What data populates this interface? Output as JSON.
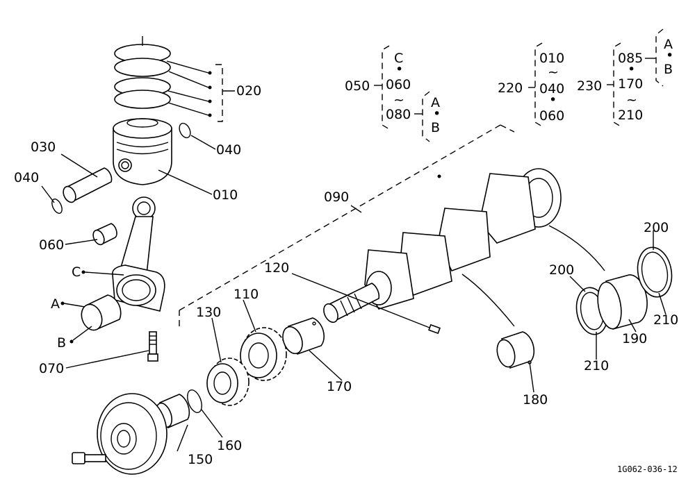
{
  "drawing_id": "1G062-036-12",
  "labels": {
    "p010": "010",
    "p020": "020",
    "p030": "030",
    "p040a": "040",
    "p040b": "040",
    "p050": "050",
    "p060": "060",
    "p070": "070",
    "p090": "090",
    "p110": "110",
    "p120": "120",
    "p130": "130",
    "p150": "150",
    "p160": "160",
    "p170": "170",
    "p180": "180",
    "p190": "190",
    "p200a": "200",
    "p200b": "200",
    "p210a": "210",
    "p210b": "210",
    "p220": "220",
    "p230": "230",
    "rodA": "A",
    "rodB": "B",
    "rodC": "C"
  },
  "group050": {
    "head": "050",
    "c": "C",
    "from": "060",
    "tilde": "~",
    "to": "080",
    "a": "A",
    "b": "B",
    "dot": "•"
  },
  "group220": {
    "head": "220",
    "from": "010",
    "tilde": "~",
    "mid": "040",
    "to": "060",
    "dot": "•"
  },
  "group230": {
    "head": "230",
    "top": "085",
    "mid": "170",
    "tilde": "~",
    "to": "210",
    "a": "A",
    "b": "B",
    "dot": "•"
  }
}
